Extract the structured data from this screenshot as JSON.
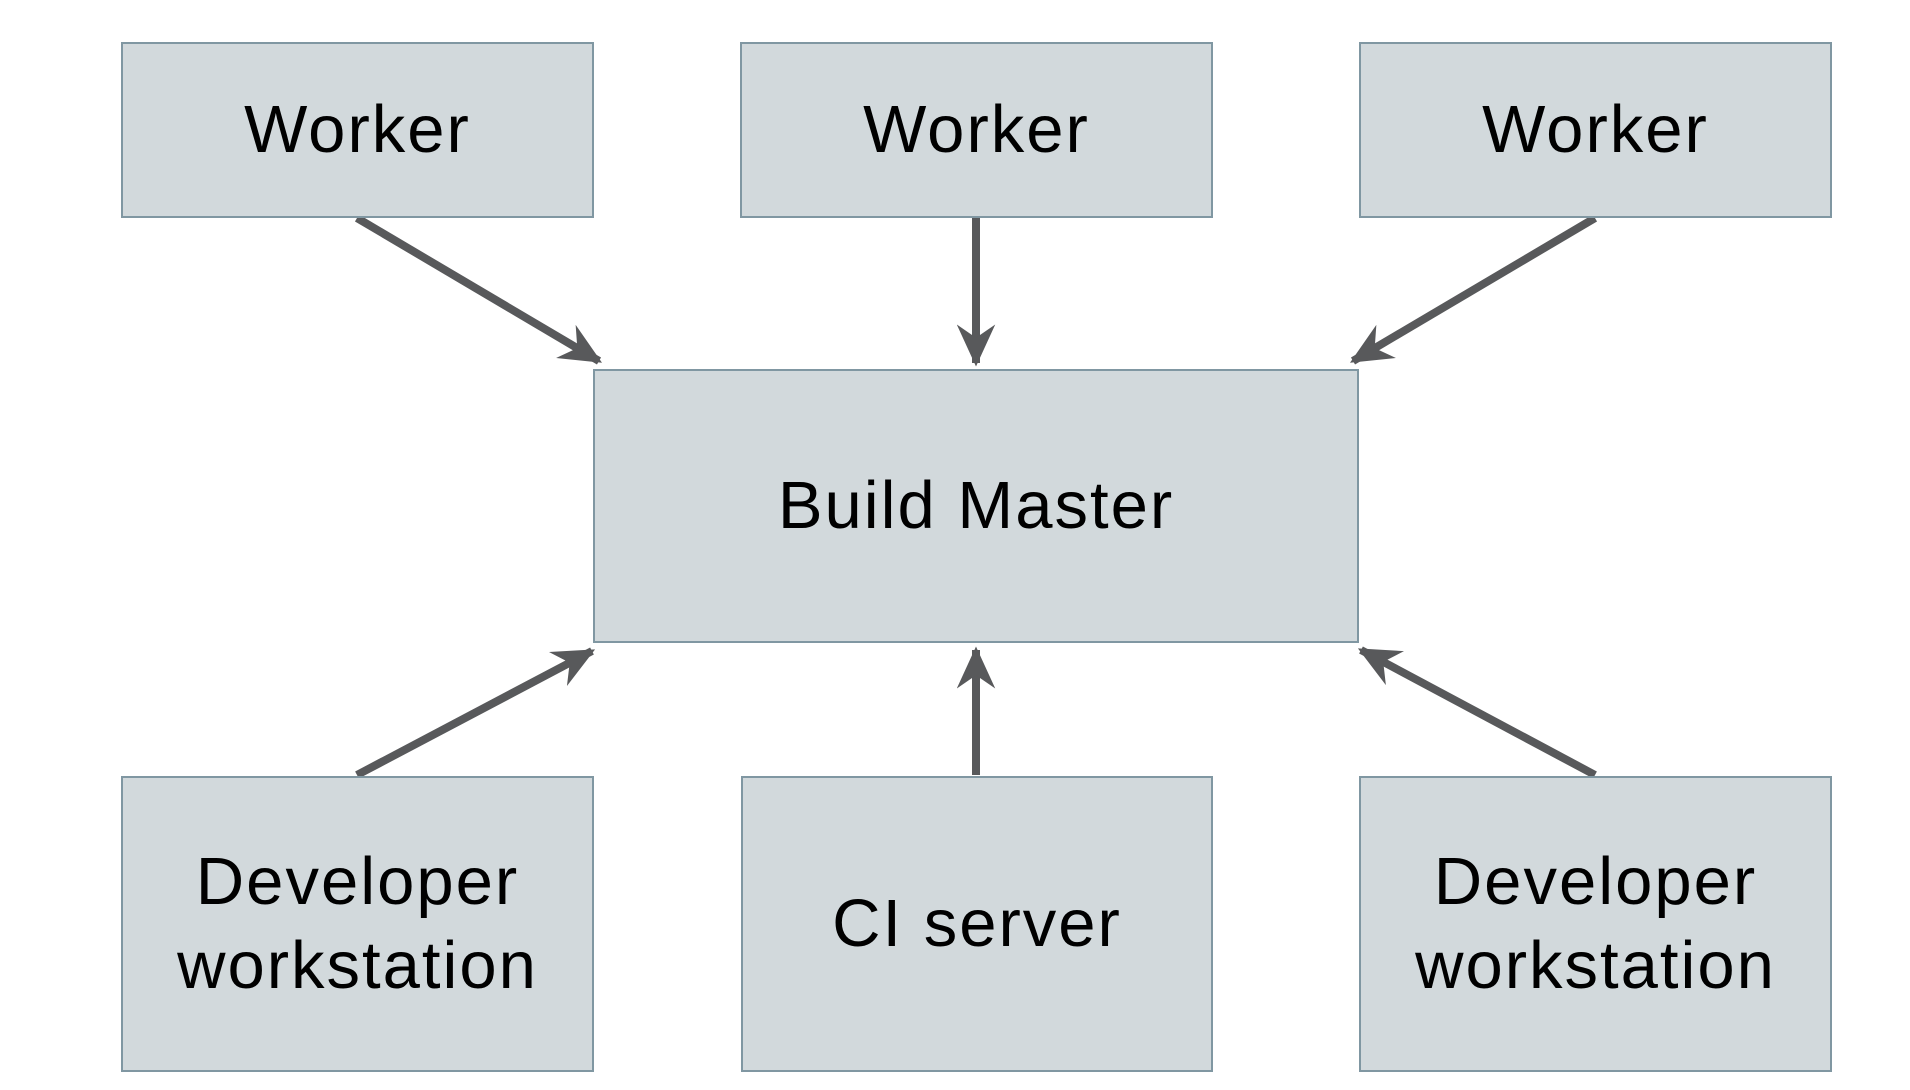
{
  "diagram": {
    "type": "architecture-diagram",
    "nodes": {
      "worker_1": {
        "label": "Worker"
      },
      "worker_2": {
        "label": "Worker"
      },
      "worker_3": {
        "label": "Worker"
      },
      "build_master": {
        "label": "Build Master"
      },
      "dev_workstation_1": {
        "label": "Developer workstation"
      },
      "ci_server": {
        "label": "CI server"
      },
      "dev_workstation_2": {
        "label": "Developer workstation"
      }
    },
    "edges": [
      {
        "from": "worker_1",
        "to": "build_master"
      },
      {
        "from": "worker_2",
        "to": "build_master"
      },
      {
        "from": "worker_3",
        "to": "build_master"
      },
      {
        "from": "dev_workstation_1",
        "to": "build_master"
      },
      {
        "from": "ci_server",
        "to": "build_master"
      },
      {
        "from": "dev_workstation_2",
        "to": "build_master"
      }
    ],
    "colors": {
      "background": "#ffffff",
      "node_fill": "#d2d9dc",
      "node_border": "#8097a2",
      "arrow": "#58595b",
      "text": "#000000"
    }
  }
}
